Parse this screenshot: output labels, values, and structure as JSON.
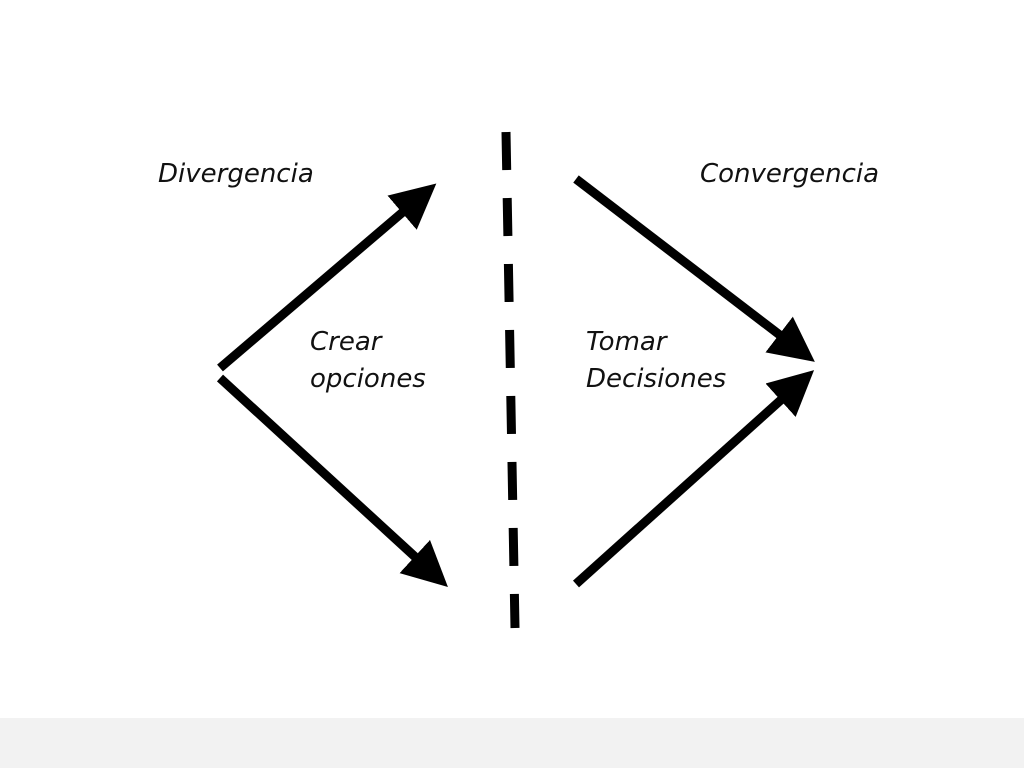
{
  "diagram": {
    "divergence_label": "Divergencia",
    "convergence_label": "Convergencia",
    "create_options": {
      "line1": "Crear",
      "line2": "opciones"
    },
    "make_decisions": {
      "line1": "Tomar",
      "line2": "Decisiones"
    },
    "stroke_color": "#000000"
  }
}
